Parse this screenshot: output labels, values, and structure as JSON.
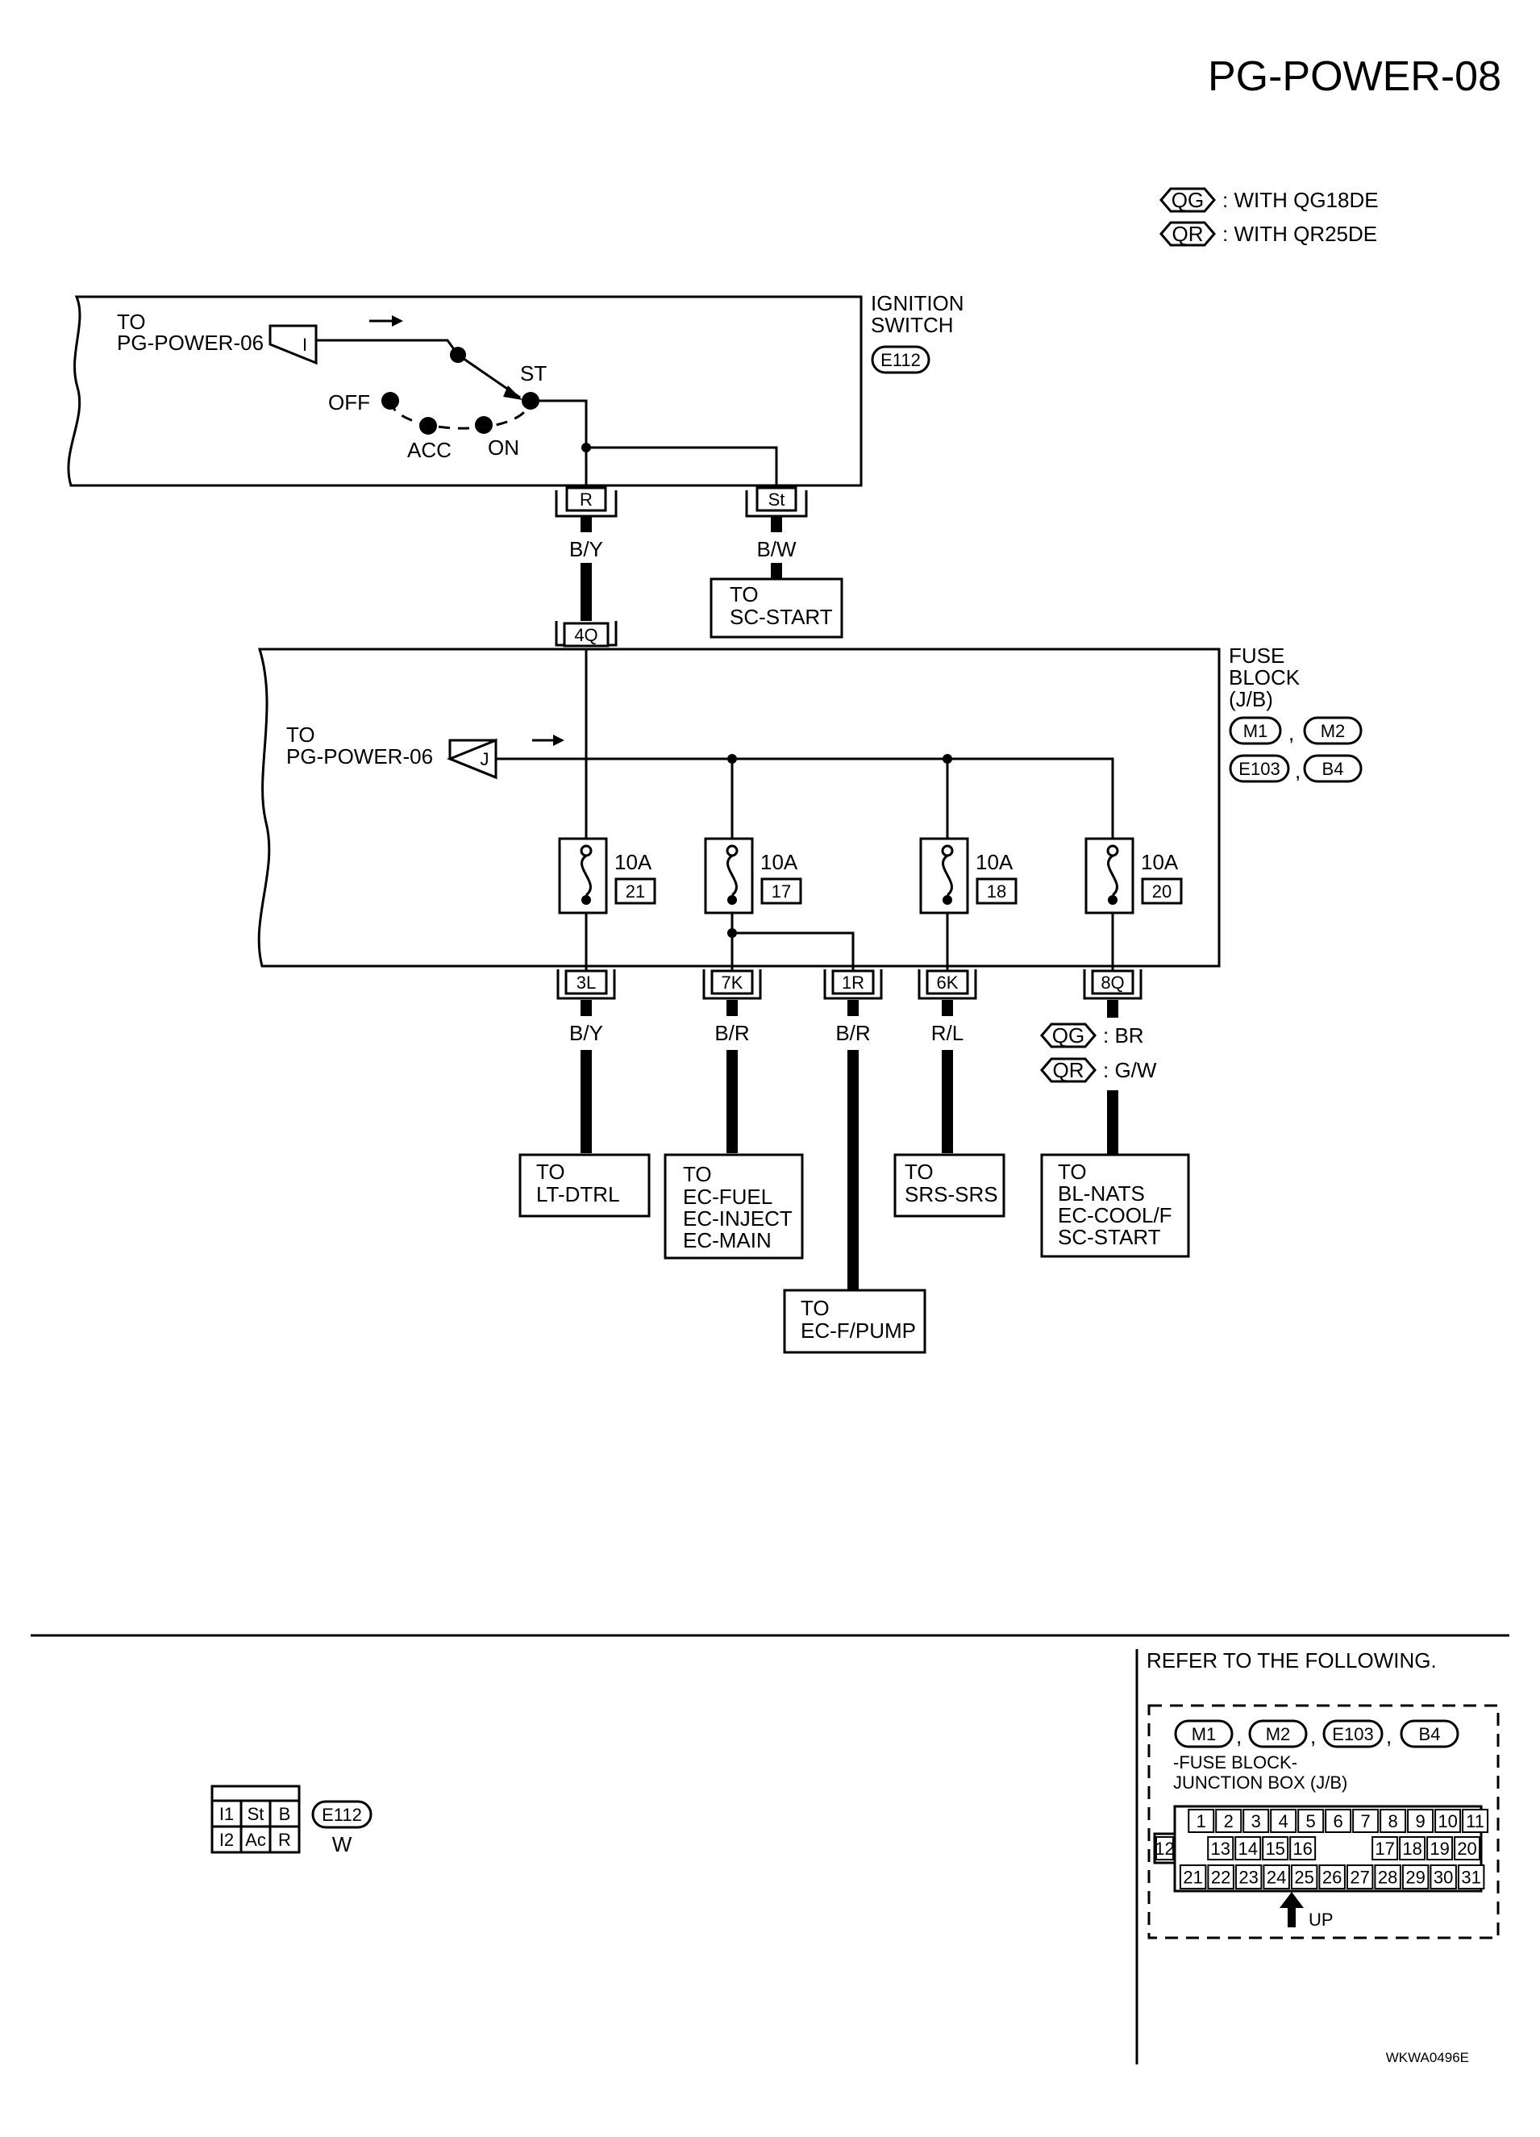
{
  "page_title": "PG-POWER-08",
  "legend": [
    {
      "code": "QG",
      "text": ": WITH QG18DE"
    },
    {
      "code": "QR",
      "text": ": WITH QR25DE"
    }
  ],
  "ignition_switch": {
    "label_line1": "IGNITION",
    "label_line2": "SWITCH",
    "connector": "E112",
    "to_line1": "TO",
    "to_line2": "PG-POWER-06",
    "flag": "I",
    "positions": {
      "off": "OFF",
      "acc": "ACC",
      "on": "ON",
      "st": "ST"
    },
    "terminals": {
      "r": "R",
      "st": "St"
    }
  },
  "wires_top": {
    "by": "B/Y",
    "bw": "B/W"
  },
  "sc_start": {
    "line1": "TO",
    "line2": "SC-START"
  },
  "fuse_block": {
    "label_line1": "FUSE",
    "label_line2": "BLOCK",
    "label_line3": "(J/B)",
    "connectors": [
      "M1",
      "M2",
      "E103",
      "B4"
    ],
    "sep": ",",
    "in_terminal": "4Q",
    "to_line1": "TO",
    "to_line2": "PG-POWER-06",
    "flag": "J",
    "fuses": [
      {
        "amp": "10A",
        "num": "21"
      },
      {
        "amp": "10A",
        "num": "17"
      },
      {
        "amp": "10A",
        "num": "18"
      },
      {
        "amp": "10A",
        "num": "20"
      }
    ],
    "out_terminals": [
      "3L",
      "7K",
      "1R",
      "6K",
      "8Q"
    ]
  },
  "wires_bottom": {
    "w3l": "B/Y",
    "w7k": "B/R",
    "w1r": "B/R",
    "w6k": "R/L",
    "w8q_qg": ": BR",
    "w8q_qr": ": G/W",
    "qg": "QG",
    "qr": "QR"
  },
  "destinations": {
    "lt": [
      "TO",
      "LT-DTRL"
    ],
    "ec": [
      "TO",
      "EC-FUEL",
      "EC-INJECT",
      "EC-MAIN"
    ],
    "pump": [
      "TO",
      "EC-F/PUMP"
    ],
    "srs": [
      "TO",
      "SRS-SRS"
    ],
    "bl": [
      "TO",
      "BL-NATS",
      "EC-COOL/F",
      "SC-START"
    ]
  },
  "connector_e112": {
    "cells": [
      "I1",
      "St",
      "B",
      "I2",
      "Ac",
      "R"
    ],
    "name": "E112",
    "color": "W"
  },
  "refer": {
    "heading": "REFER TO THE FOLLOWING.",
    "connectors": [
      "M1",
      "M2",
      "E103",
      "B4"
    ],
    "sep": ",",
    "desc_line1": "-FUSE BLOCK-",
    "desc_line2": "JUNCTION BOX (J/B)",
    "row1": [
      "1",
      "2",
      "3",
      "4",
      "5",
      "6",
      "7",
      "8",
      "9",
      "10",
      "11"
    ],
    "row2": [
      "12",
      "13",
      "14",
      "15",
      "16",
      "17",
      "18",
      "19",
      "20"
    ],
    "row3": [
      "21",
      "22",
      "23",
      "24",
      "25",
      "26",
      "27",
      "28",
      "29",
      "30",
      "31"
    ],
    "up": "UP"
  },
  "code": "WKWA0496E"
}
